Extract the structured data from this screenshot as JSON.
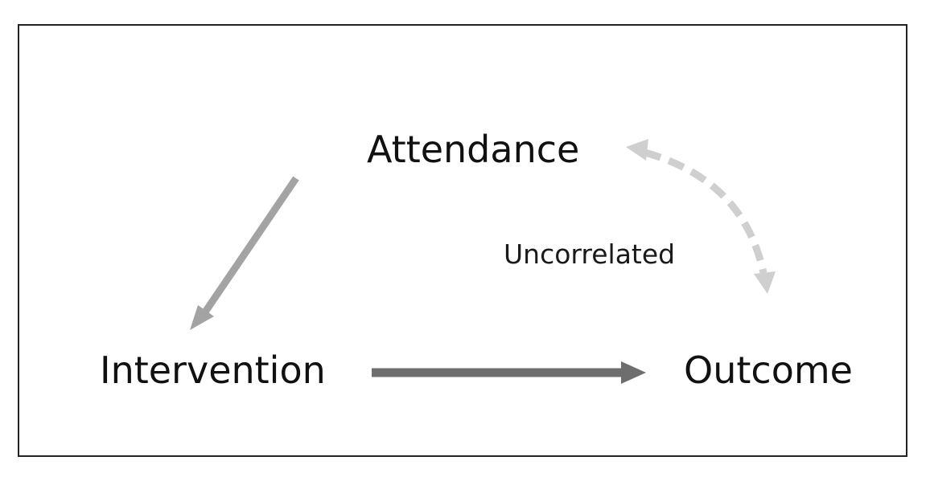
{
  "nodes": {
    "attendance": "Attendance",
    "intervention": "Intervention",
    "outcome": "Outcome"
  },
  "edges": [
    {
      "from": "attendance",
      "to": "intervention",
      "style": "solid",
      "color": "#a3a3a3"
    },
    {
      "from": "intervention",
      "to": "outcome",
      "style": "solid",
      "color": "#6e6e6e"
    },
    {
      "from": "attendance",
      "to": "outcome",
      "style": "dashed",
      "direction": "bidirectional",
      "color": "#cfcfcf",
      "label": "Uncorrelated"
    }
  ],
  "colors": {
    "border": "#222222",
    "text": "#111111"
  }
}
